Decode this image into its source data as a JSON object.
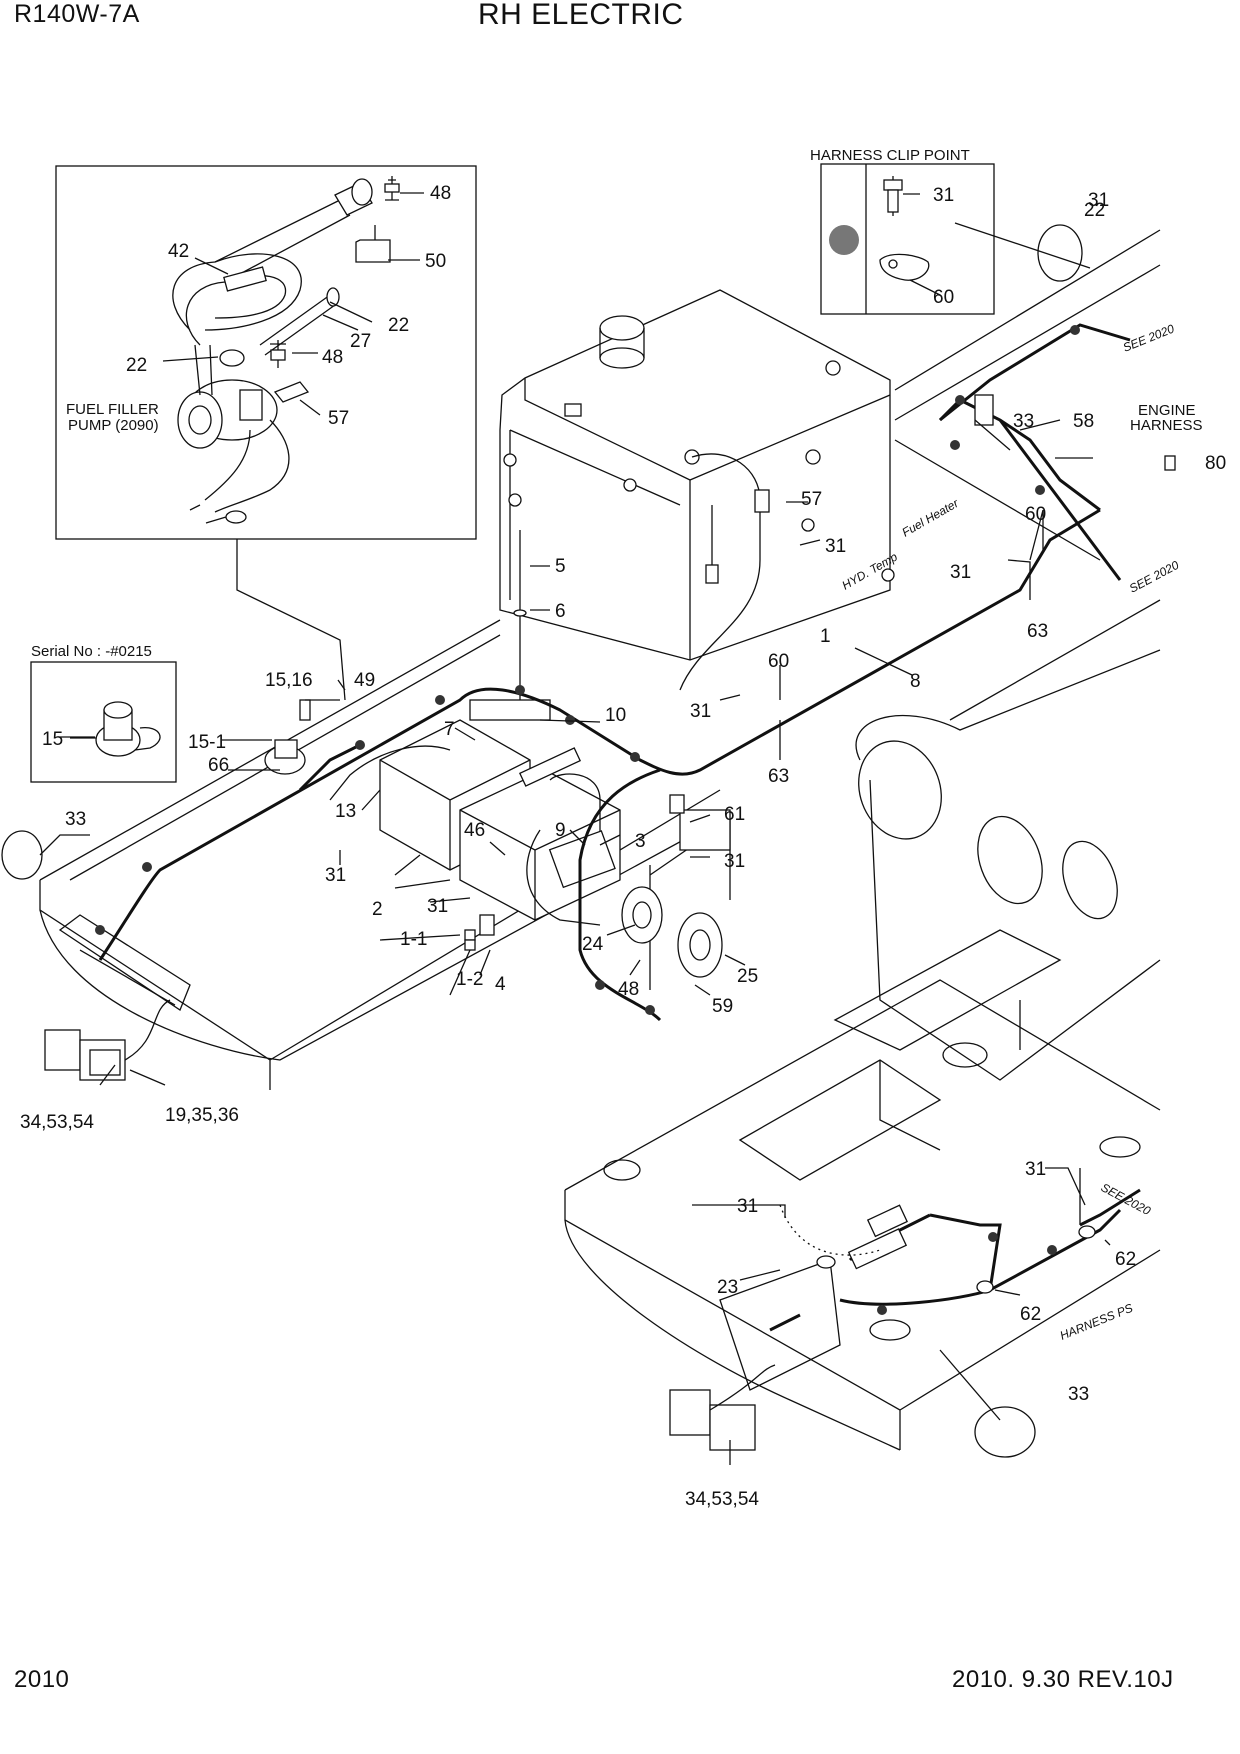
{
  "header": {
    "model": "R140W-7A",
    "title": "RH ELECTRIC"
  },
  "footer": {
    "page": "2010",
    "date_rev": "2010. 9.30  REV.10J"
  },
  "callouts": {
    "harness_clip_point": "HARNESS CLIP POINT",
    "fuel_filler_pump": [
      "FUEL FILLER",
      "PUMP (2090)"
    ],
    "serial_no": "Serial No : -#0215",
    "engine_harness": [
      "ENGINE",
      "HARNESS"
    ],
    "see_2020": "SEE 2020",
    "harness_ps": "HARNESS PS",
    "fuel_heater": "Fuel Heater",
    "hyd_temp": "HYD. Temp"
  },
  "part_labels": [
    "48",
    "50",
    "42",
    "22",
    "27",
    "22",
    "48",
    "57",
    "22",
    "31",
    "60",
    "33",
    "31",
    "58",
    "80",
    "60",
    "57",
    "31",
    "5",
    "6",
    "31",
    "63",
    "1",
    "8",
    "60",
    "31",
    "63",
    "10",
    "7",
    "15,16",
    "49",
    "15",
    "15-1",
    "66",
    "13",
    "9",
    "3",
    "46",
    "61",
    "31",
    "33",
    "31",
    "2",
    "31",
    "1-1",
    "4",
    "1-2",
    "24",
    "25",
    "48",
    "59",
    "34,53,54",
    "19,35,36",
    "31",
    "31",
    "62",
    "23",
    "62",
    "33",
    "34,53,54"
  ],
  "colors": {
    "line": "#111111",
    "clip_marker": "#777777",
    "background": "#ffffff"
  }
}
